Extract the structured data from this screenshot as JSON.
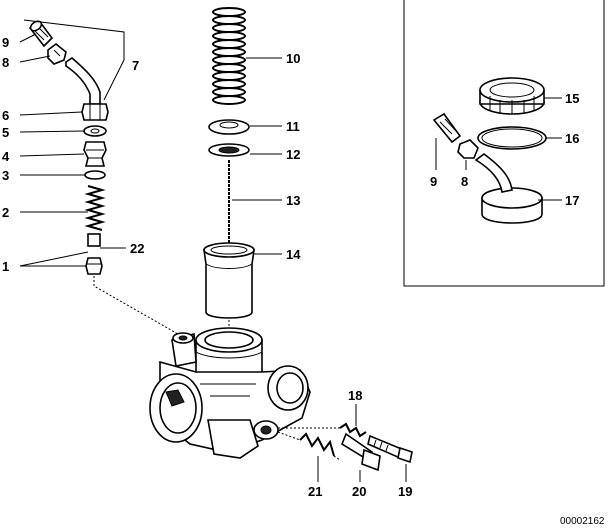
{
  "diagram": {
    "callouts": [
      "1",
      "2",
      "3",
      "4",
      "5",
      "6",
      "7",
      "8",
      "9",
      "10",
      "11",
      "12",
      "13",
      "14",
      "15",
      "16",
      "17",
      "8",
      "9",
      "18",
      "19",
      "20",
      "21",
      "22"
    ],
    "reference_number": "00002162"
  }
}
